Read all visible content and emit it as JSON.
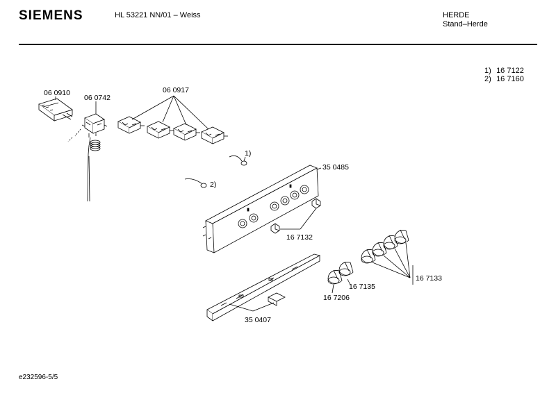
{
  "header": {
    "brand": "SIEMENS",
    "model": "HL 53221 NN/01 – Weiss",
    "category": "HERDE",
    "subcategory": "Stand–Herde"
  },
  "legend": [
    {
      "num": "1)",
      "part": "16 7122"
    },
    {
      "num": "2)",
      "part": "16 7160"
    }
  ],
  "parts": {
    "p060910": "06 0910",
    "p060742": "06 0742",
    "p060917": "06 0917",
    "p350485": "35 0485",
    "p167132": "16 7132",
    "p167133": "16 7133",
    "p167135": "16 7135",
    "p167206": "16 7206",
    "p350407": "35 0407"
  },
  "callouts": {
    "c1": "1)",
    "c2": "2)"
  },
  "footer": {
    "doc_id": "e232596-5/5"
  }
}
